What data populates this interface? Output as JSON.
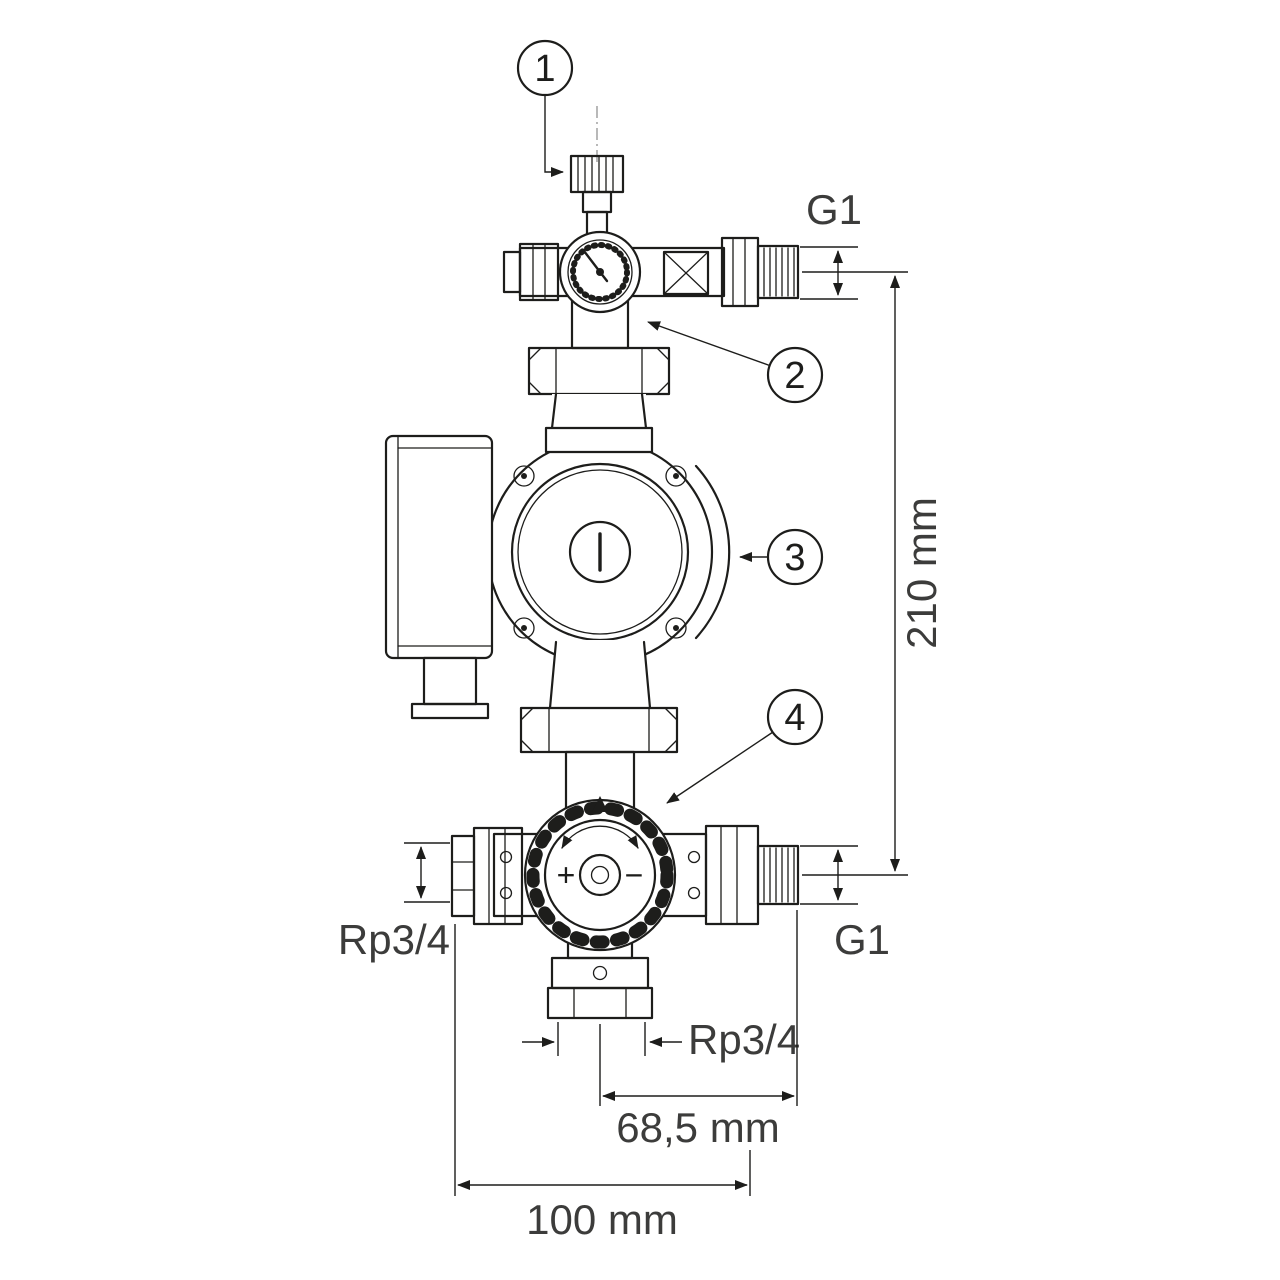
{
  "drawing": {
    "callouts": [
      {
        "number": "1"
      },
      {
        "number": "2"
      },
      {
        "number": "3"
      },
      {
        "number": "4"
      }
    ],
    "connection_labels": {
      "top": "G1",
      "right": "G1",
      "left": "Rp3/4",
      "bottom": "Rp3/4"
    },
    "dimension_labels": {
      "overall_height": "210 mm",
      "center_to_right": "68,5 mm",
      "overall_width": "100 mm"
    },
    "knob_symbols": {
      "plus": "+",
      "minus": "−"
    },
    "colors": {
      "line": "#1d1d1b",
      "label_text": "#3c3c3b",
      "background": "#ffffff"
    }
  }
}
